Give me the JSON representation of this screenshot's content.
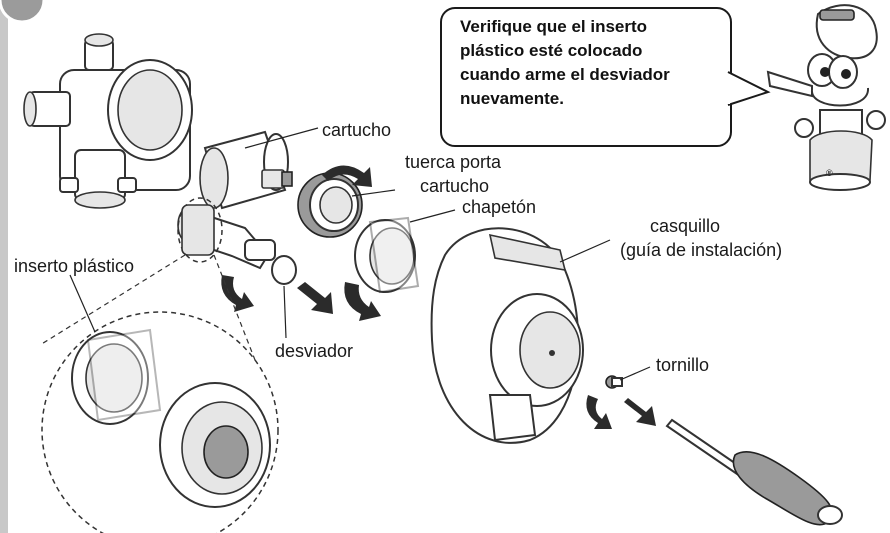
{
  "callout": {
    "lines": [
      "Verifique que el inserto",
      "plástico esté colocado",
      "cuando arme el desviador",
      "nuevamente."
    ]
  },
  "labels": {
    "cartucho": "cartucho",
    "tuerca_1": "tuerca porta",
    "tuerca_2": "cartucho",
    "chapeton": "chapetón",
    "casquillo_1": "casquillo",
    "casquillo_2": "(guía de instalación)",
    "inserto": "inserto plástico",
    "desviador": "desviador",
    "tornillo": "tornillo"
  },
  "icons": [
    "valve-body-icon",
    "cartridge-icon",
    "cartridge-nut-icon",
    "escutcheon-ring-icon",
    "trim-sleeve-icon",
    "diverter-icon",
    "plastic-insert-icon",
    "screw-icon",
    "screwdriver-icon",
    "mascot-plumber-icon",
    "rotate-arrow-icon",
    "direction-arrow-icon"
  ],
  "colors": {
    "line": "#222222",
    "shade": "#e6e6e6",
    "dark": "#2b2b2b",
    "frame": "#c8c8c8"
  }
}
